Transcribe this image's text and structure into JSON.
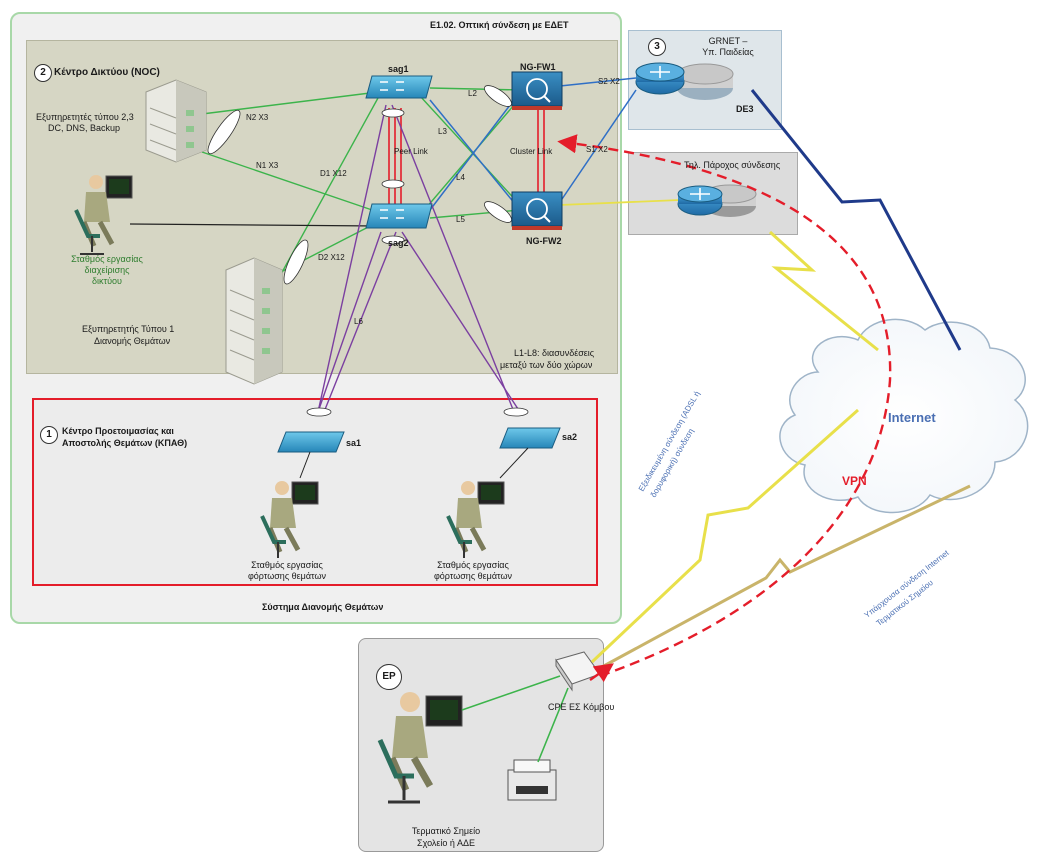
{
  "outer_box": {
    "title": "Ε1.02. Οπτική σύνδεση με ΕΔΕΤ",
    "footer": "Σύστημα Διανομής Θεμάτων"
  },
  "noc": {
    "number": "2",
    "title": "Κέντρο Δικτύου (ΝΟC)"
  },
  "kepa": {
    "number": "1",
    "title_line1": "Κέντρο Προετοιμασίας και",
    "title_line2": "Αποστολής Θεμάτων (ΚΠΑΘ)"
  },
  "grnet": {
    "number": "3",
    "title_line1": "GRNET –",
    "title_line2": "Υπ. Παιδείας",
    "code": "DE3"
  },
  "isp": {
    "title": "Τηλ. Πάροχος σύνδεσης"
  },
  "ep": {
    "badge": "ΕΡ",
    "caption_line1": "Τερματικό Σημείο",
    "caption_line2": "Σχολείο ή ΑΔΕ",
    "cpe_label": "CPE ΕΣ Κόμβου"
  },
  "servers": {
    "top_line1": "Εξυπηρετητές τύπου 2,3",
    "top_line2": "DC, DNS, Backup",
    "bottom_line1": "Εξυπηρετητής Τύπου 1",
    "bottom_line2": "Διανομής Θεμάτων"
  },
  "workstation_noc": {
    "line1": "Σταθμός εργασίας",
    "line2": "διαχείρισης",
    "line3": "δικτύου"
  },
  "workstation_kepa": {
    "line1": "Σταθμός εργασίας",
    "line2": "φόρτωσης θεμάτων"
  },
  "devices": {
    "sag1": "sag1",
    "sag2": "sag2",
    "sa1": "sa1",
    "sa2": "sa2",
    "ngfw1": "NG-FW1",
    "ngfw2": "NG-FW2"
  },
  "links": {
    "peer_link": "Peer Link",
    "cluster_link": "Cluster Link",
    "l1_l8": "L1-L8: διασυνδέσεις",
    "l1_l8_b": "μεταξύ των δύο χώρων",
    "d1": "D1 X12",
    "d2": "D2 X12",
    "n1": "N1 X3",
    "n2": "N2 X3",
    "l2": "L2",
    "l3": "L3",
    "l4": "L4",
    "l5": "L5",
    "l6": "L6",
    "s1": "S1 X2",
    "s2": "S2 X2"
  },
  "cloud": {
    "internet": "Internet",
    "vpn": "VPN"
  },
  "annotations": {
    "dedicated_line1": "Εξειδικευμένη σύνδεση (ADSL ή",
    "dedicated_line2": "δορυφορική) σύνδεση",
    "backup_line1": "Υπάρχουσα σύνδεση Internet",
    "backup_line2": "Τερματικού Σημείου"
  },
  "colors": {
    "green_link": "#3cb44b",
    "purple_link": "#7b3fa0",
    "blue_link": "#2f6fc6",
    "red_link": "#e41d2a",
    "yellow_link": "#e8e04a",
    "navy_link": "#1f3a8a"
  }
}
